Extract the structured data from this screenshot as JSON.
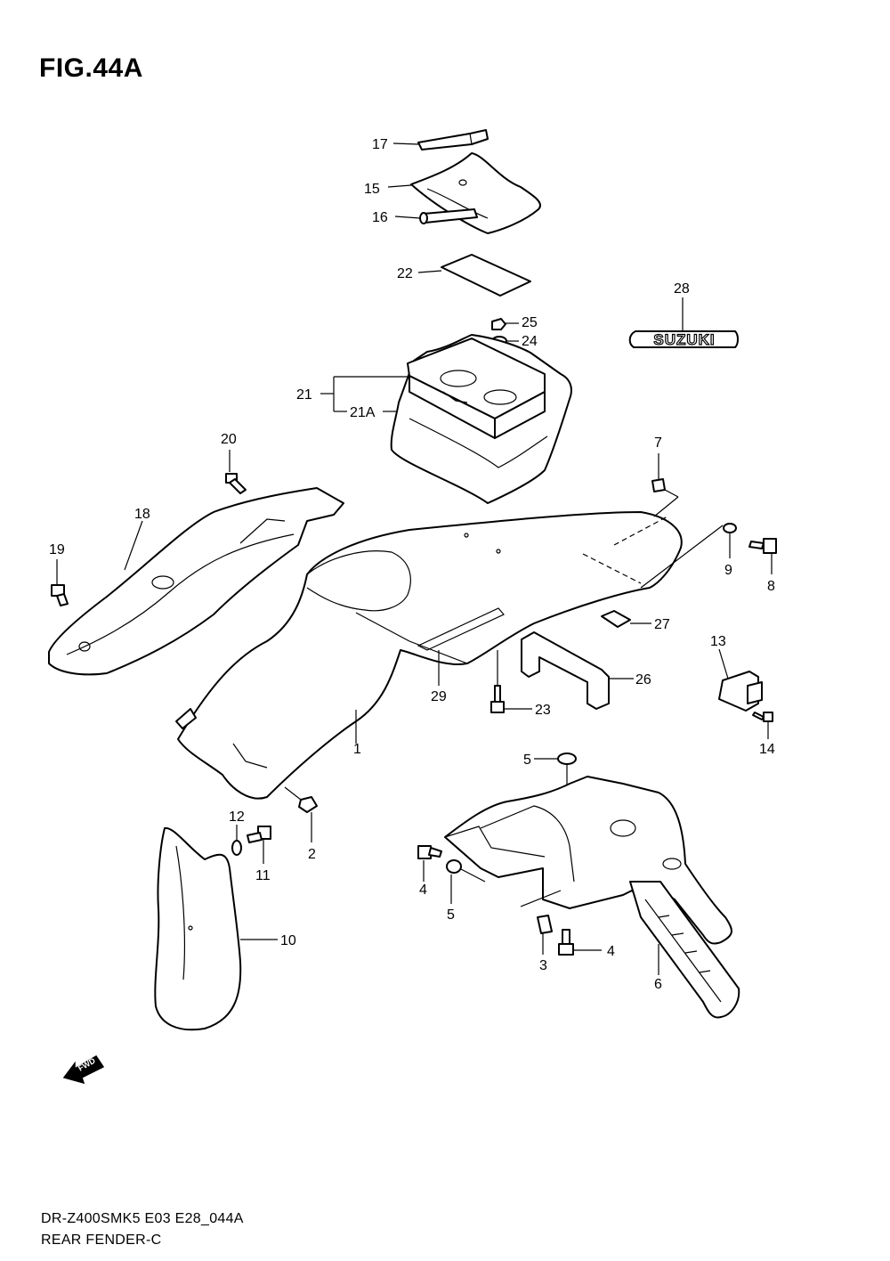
{
  "figure": {
    "title": "FIG.44A",
    "model_code": "DR-Z400SMK5 E03 E28_044A",
    "caption": "REAR FENDER-C"
  },
  "emblem": {
    "text": "SUZUKI"
  },
  "fwd_arrow": {
    "text": "FWD"
  },
  "callouts": [
    "1",
    "2",
    "3",
    "4",
    "4",
    "5",
    "5",
    "6",
    "7",
    "8",
    "9",
    "10",
    "11",
    "12",
    "13",
    "14",
    "15",
    "16",
    "17",
    "18",
    "19",
    "20",
    "21",
    "21A",
    "22",
    "23",
    "24",
    "25",
    "26",
    "27",
    "28",
    "29"
  ]
}
